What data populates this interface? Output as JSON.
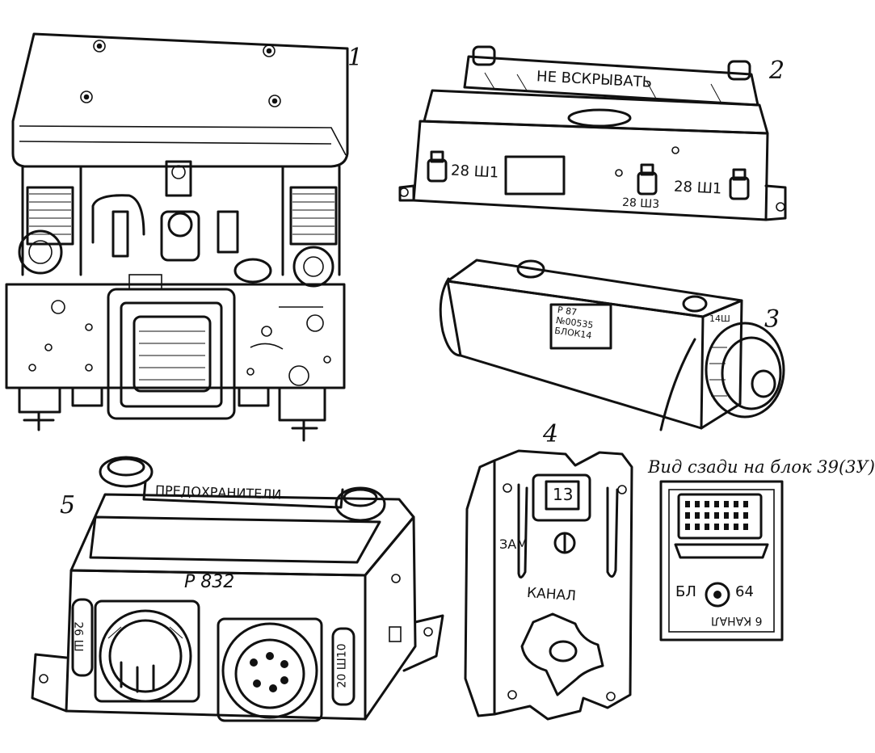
{
  "figure": {
    "callouts": [
      "1",
      "2",
      "3",
      "4",
      "5"
    ],
    "unit2": {
      "warning": "НЕ ВСКРЫВАТЬ",
      "conn_left": "28 Ш1",
      "conn_mid": "28 Ш3",
      "conn_right": "28 Ш1"
    },
    "unit3": {
      "plate": [
        "Р 87",
        "№00535",
        "БЛОК14"
      ],
      "connector": "14Ш"
    },
    "unit4": {
      "caption": "Вид сзади на блок 39(3У)",
      "window": "13",
      "label_zam": "ЗАМ",
      "label_kanal": "КАНАЛ",
      "label_bl": "БЛ",
      "label_64": "64",
      "label_inset_kanal": "6 КАНАЛ"
    },
    "unit5": {
      "bar": "ПРЕДОХРАНИТЕЛИ",
      "model": "Р 832",
      "conn_left": "26 Ш",
      "conn_right": "20 Ш10"
    }
  }
}
